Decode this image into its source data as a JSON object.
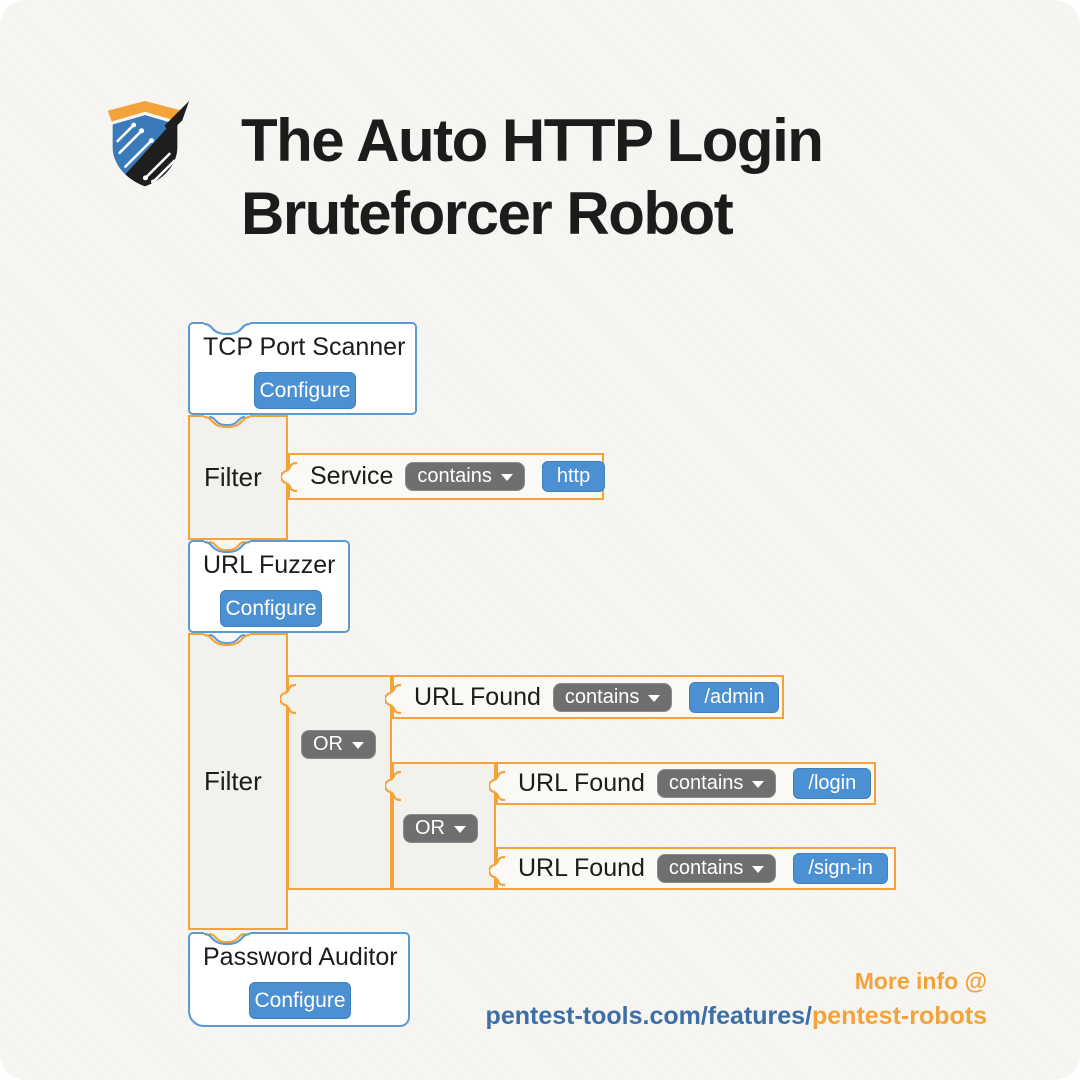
{
  "title": {
    "line1": "The Auto HTTP Login",
    "line2": "Bruteforcer Robot"
  },
  "colors": {
    "accent_orange": "#F4A23A",
    "accent_blue": "#4A90D2",
    "block_border_blue": "#5B9BD5",
    "pill_gray": "#6F6F6F",
    "footer_blue": "#3D6FA6"
  },
  "diagram": {
    "tcp_scanner": {
      "title": "TCP Port Scanner",
      "button": "Configure"
    },
    "filter1": {
      "label": "Filter",
      "condition": {
        "field": "Service",
        "operator": "contains",
        "value": "http"
      }
    },
    "url_fuzzer": {
      "title": "URL Fuzzer",
      "button": "Configure"
    },
    "filter2": {
      "label": "Filter",
      "or_outer": {
        "operator": "OR",
        "condition1": {
          "field": "URL Found",
          "operator": "contains",
          "value": "/admin"
        },
        "or_inner": {
          "operator": "OR",
          "condition1": {
            "field": "URL Found",
            "operator": "contains",
            "value": "/login"
          },
          "condition2": {
            "field": "URL Found",
            "operator": "contains",
            "value": "/sign-in"
          }
        }
      }
    },
    "password_auditor": {
      "title": "Password Auditor",
      "button": "Configure"
    }
  },
  "footer": {
    "more_info": "More info @",
    "url_blue": "pentest-tools.com/features/",
    "url_orange": "pentest-robots"
  }
}
